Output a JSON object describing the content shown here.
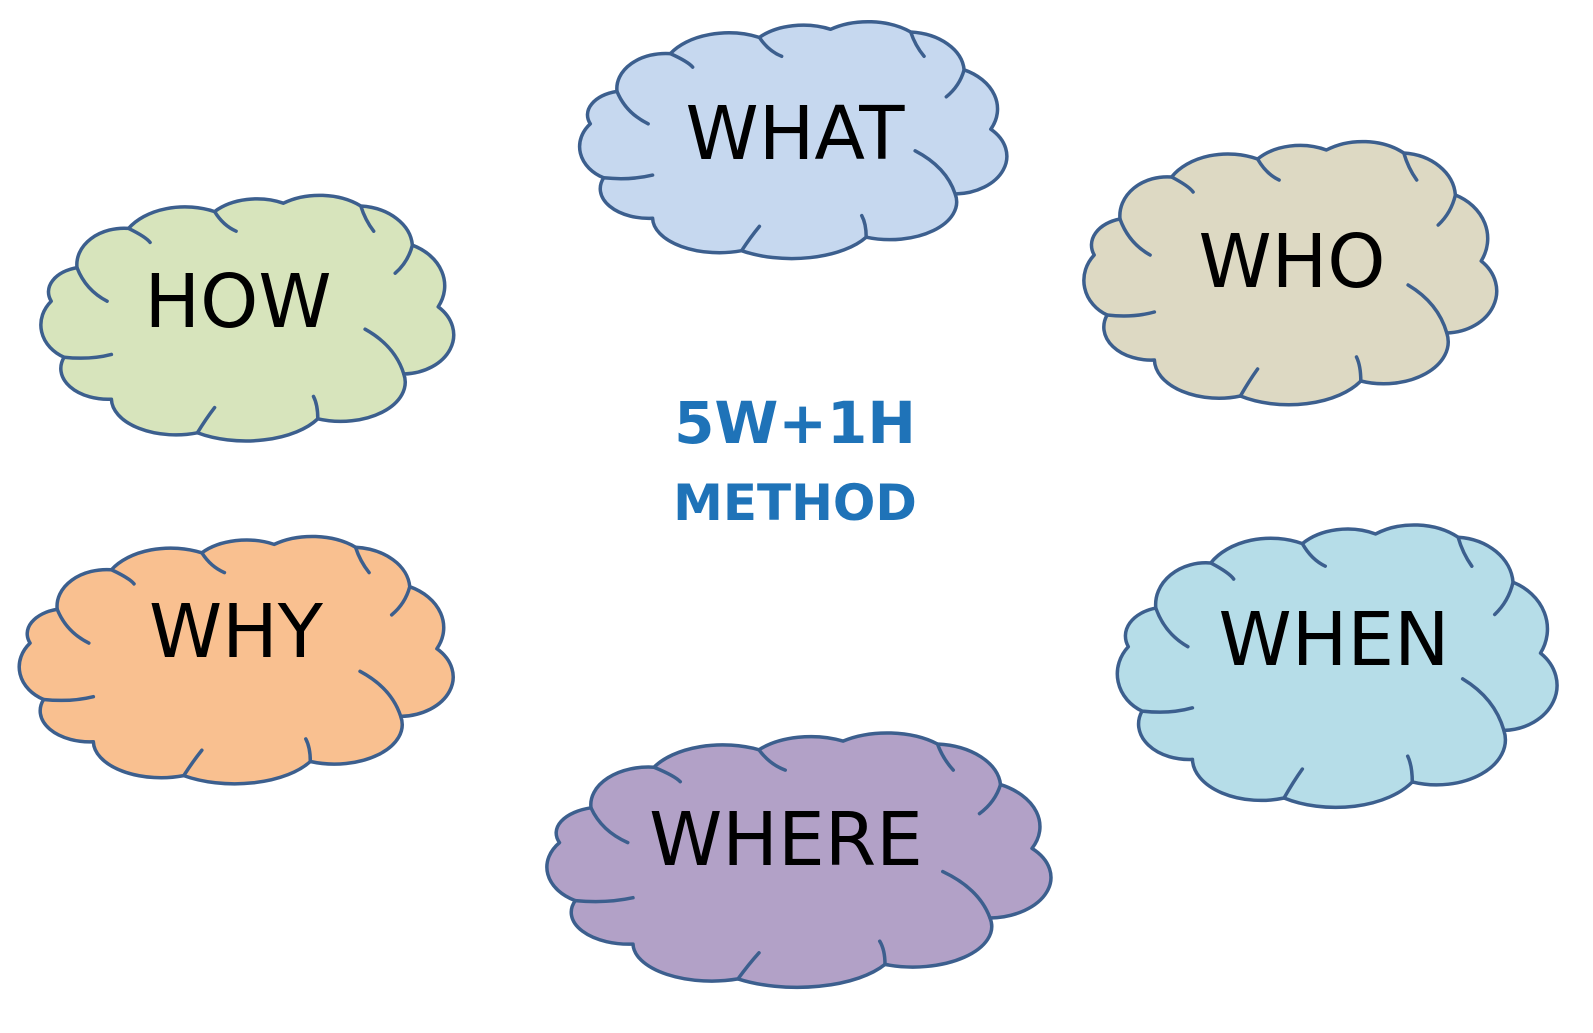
{
  "title": {
    "line1": "5W+1H",
    "line2": "METHOD",
    "color": "#1f73b8"
  },
  "outline_color": "#3c5f8e",
  "clouds": [
    {
      "key": "what",
      "label": "WHAT",
      "fill": "#c6d8ef"
    },
    {
      "key": "who",
      "label": "WHO",
      "fill": "#ddd9c3"
    },
    {
      "key": "how",
      "label": "HOW",
      "fill": "#d7e4bc"
    },
    {
      "key": "why",
      "label": "WHY",
      "fill": "#f9c090"
    },
    {
      "key": "when",
      "label": "WHEN",
      "fill": "#b6dde8"
    },
    {
      "key": "where",
      "label": "WHERE",
      "fill": "#b2a1c7"
    }
  ]
}
